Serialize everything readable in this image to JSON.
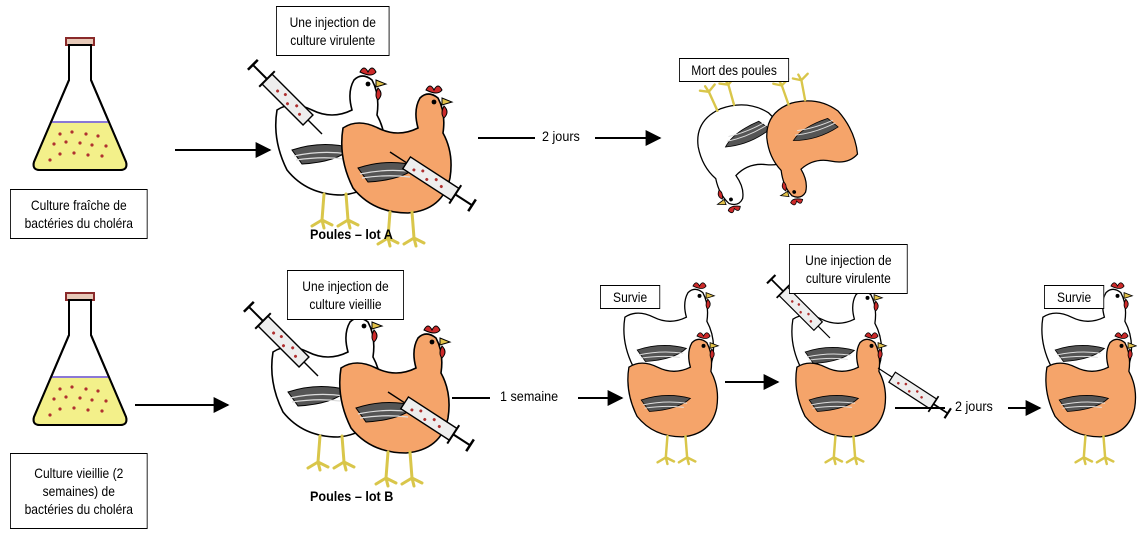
{
  "row_a": {
    "flask_label": "Culture fraîche de\nbactéries du choléra",
    "injection_label": "Une injection de\nculture virulente",
    "lot_label": "Poules – lot A",
    "delay_label": "2 jours",
    "result_label": "Mort des poules"
  },
  "row_b": {
    "flask_label": "Culture vieillie (2\nsemaines) de\nbactéries du choléra",
    "injection_label": "Une injection de\nculture vieillie",
    "lot_label": "Poules – lot B",
    "delay_label": "1 semaine",
    "survival_label": "Survie",
    "second_injection_label": "Une injection de\nculture virulente",
    "second_delay_label": "2 jours",
    "final_label": "Survie"
  },
  "colors": {
    "culture_liquid": "#f3f08a",
    "hen_orange": "#f5a46a",
    "hen_white": "#ffffff",
    "comb_red": "#cc2a2a",
    "legs_yellow": "#d9c64a"
  }
}
